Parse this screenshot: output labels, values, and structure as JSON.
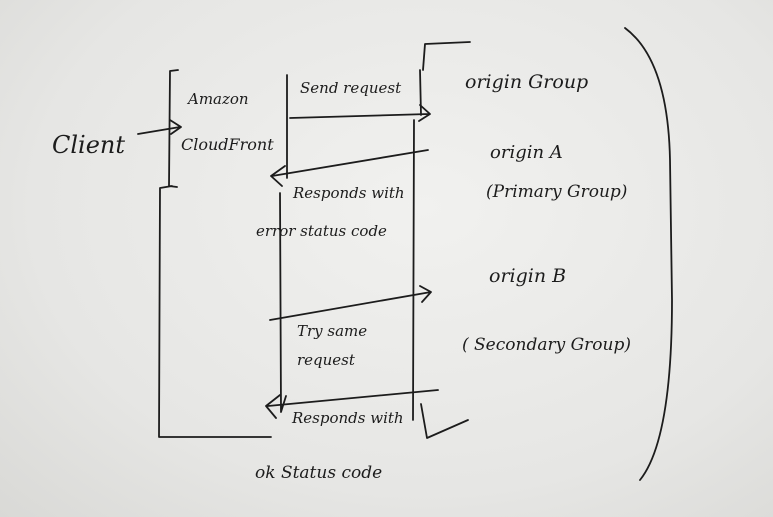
{
  "diagram": {
    "client_label": "Client",
    "cloudfront_label_line1": "Amazon",
    "cloudfront_label_line2": "CloudFront",
    "send_request_label": "Send request",
    "error_response_line1": "Responds with",
    "error_response_line2": "error status code",
    "retry_line1": "Try same",
    "retry_line2": "request",
    "ok_response_line1": "Responds with",
    "ok_response_line2": "ok Status code",
    "origin_group_label": "origin Group",
    "origin_a_label": "origin A",
    "origin_a_sub": "(Primary Group)",
    "origin_b_label": "origin B",
    "origin_b_sub": "( Secondary Group)"
  },
  "colors": {
    "paper": "#ecece9",
    "ink": "#1c1c1c"
  }
}
